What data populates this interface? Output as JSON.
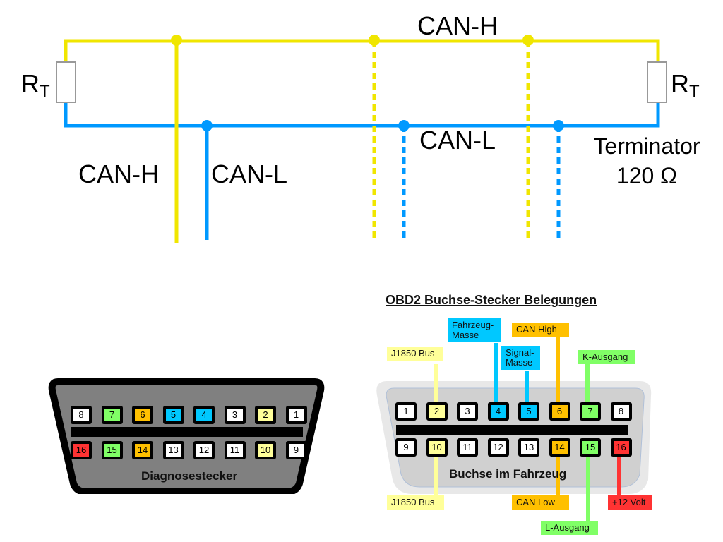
{
  "colors": {
    "can_h": "#f0e600",
    "can_l": "#0099ff",
    "resistor_border": "#999999",
    "pin_white": "#ffffff",
    "pin_yellow": "#ffff99",
    "pin_green": "#80ff66",
    "pin_orange": "#ffc000",
    "pin_blue": "#00c8ff",
    "pin_red": "#ff3333",
    "connector_left_fill": "#808080",
    "connector_right_fill": "#d0d0d0"
  },
  "bus_diagram": {
    "resistor_left_label": "R",
    "resistor_left_sub": "T",
    "resistor_right_label": "R",
    "resistor_right_sub": "T",
    "can_h_top_label": "CAN-H",
    "can_l_mid_label": "CAN-L",
    "can_h_drop_label": "CAN-H",
    "can_l_drop_label": "CAN-L",
    "terminator_line1": "Terminator",
    "terminator_line2": "120 Ω"
  },
  "left_connector": {
    "title": "Diagnosestecker",
    "top_row": [
      {
        "pin": "8",
        "color": "white"
      },
      {
        "pin": "7",
        "color": "green"
      },
      {
        "pin": "6",
        "color": "orange"
      },
      {
        "pin": "5",
        "color": "blue"
      },
      {
        "pin": "4",
        "color": "blue"
      },
      {
        "pin": "3",
        "color": "white"
      },
      {
        "pin": "2",
        "color": "yellow"
      },
      {
        "pin": "1",
        "color": "white"
      }
    ],
    "bottom_row": [
      {
        "pin": "16",
        "color": "red"
      },
      {
        "pin": "15",
        "color": "green"
      },
      {
        "pin": "14",
        "color": "orange"
      },
      {
        "pin": "13",
        "color": "white"
      },
      {
        "pin": "12",
        "color": "white"
      },
      {
        "pin": "11",
        "color": "white"
      },
      {
        "pin": "10",
        "color": "yellow"
      },
      {
        "pin": "9",
        "color": "white"
      }
    ]
  },
  "right_connector": {
    "heading": "OBD2 Buchse-Stecker Belegungen",
    "title": "Buchse im Fahrzeug",
    "top_row": [
      {
        "pin": "1",
        "color": "white"
      },
      {
        "pin": "2",
        "color": "yellow"
      },
      {
        "pin": "3",
        "color": "white"
      },
      {
        "pin": "4",
        "color": "blue"
      },
      {
        "pin": "5",
        "color": "blue"
      },
      {
        "pin": "6",
        "color": "orange"
      },
      {
        "pin": "7",
        "color": "green"
      },
      {
        "pin": "8",
        "color": "white"
      }
    ],
    "bottom_row": [
      {
        "pin": "9",
        "color": "white"
      },
      {
        "pin": "10",
        "color": "yellow"
      },
      {
        "pin": "11",
        "color": "white"
      },
      {
        "pin": "12",
        "color": "white"
      },
      {
        "pin": "13",
        "color": "white"
      },
      {
        "pin": "14",
        "color": "orange"
      },
      {
        "pin": "15",
        "color": "green"
      },
      {
        "pin": "16",
        "color": "red"
      }
    ],
    "tags": {
      "pin2": "J1850 Bus",
      "pin4_line1": "Fahrzeug-",
      "pin4_line2": "Masse",
      "pin5_line1": "Signal-",
      "pin5_line2": "Masse",
      "pin6": "CAN High",
      "pin7": "K-Ausgang",
      "pin10": "J1850 Bus",
      "pin14": "CAN Low",
      "pin15": "L-Ausgang",
      "pin16": "+12 Volt"
    }
  }
}
